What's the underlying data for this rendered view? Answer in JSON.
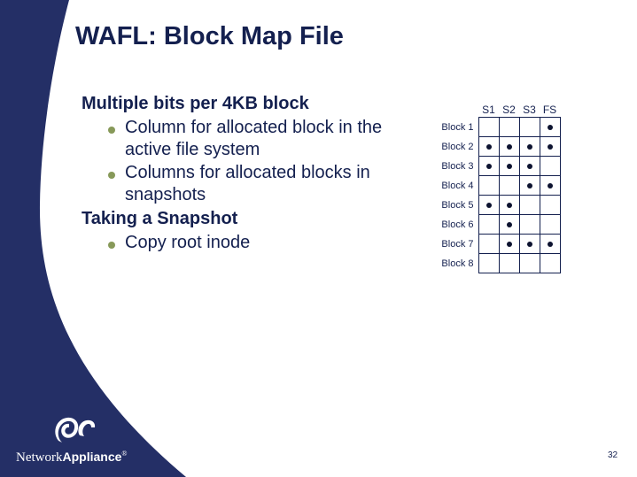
{
  "slide": {
    "title": "WAFL: Block Map File",
    "page_number": "32",
    "theme": {
      "navy": "#242f66",
      "text_navy": "#14204f",
      "bullet_olive": "#879959",
      "background": "#ffffff"
    }
  },
  "body": {
    "sections": [
      {
        "heading": "Multiple bits per 4KB block",
        "bullets": [
          "Column for allocated block in the active file system",
          "Columns for allocated blocks in snapshots"
        ]
      },
      {
        "heading": "Taking a Snapshot",
        "bullets": [
          "Copy root inode"
        ]
      }
    ]
  },
  "block_map": {
    "column_headers": [
      "S1",
      "S2",
      "S3",
      "FS"
    ],
    "row_labels": [
      "Block 1",
      "Block 2",
      "Block 3",
      "Block 4",
      "Block 5",
      "Block 6",
      "Block 7",
      "Block 8"
    ],
    "cells": [
      [
        0,
        0,
        0,
        1
      ],
      [
        1,
        1,
        1,
        1
      ],
      [
        1,
        1,
        1,
        0
      ],
      [
        0,
        0,
        1,
        1
      ],
      [
        1,
        1,
        0,
        0
      ],
      [
        0,
        1,
        0,
        0
      ],
      [
        0,
        1,
        1,
        1
      ],
      [
        0,
        0,
        0,
        0
      ]
    ]
  },
  "logo": {
    "mark": "∫",
    "name_light": "Network",
    "name_bold": "Appliance",
    "trademark": "®"
  }
}
